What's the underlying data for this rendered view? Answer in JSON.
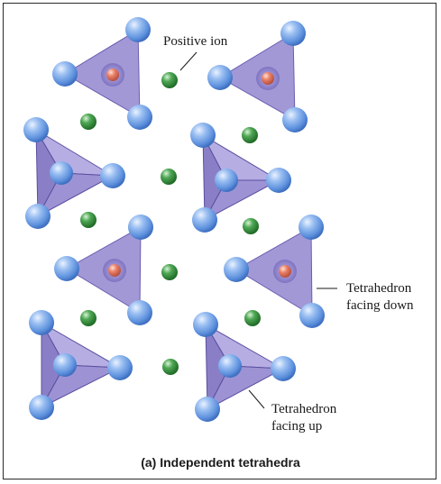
{
  "labels": {
    "positive_ion": "Positive ion",
    "tetra_down_line1": "Tetrahedron",
    "tetra_down_line2": "facing down",
    "tetra_up_line1": "Tetrahedron",
    "tetra_up_line2": "facing up"
  },
  "caption": "(a) Independent tetrahedra",
  "colors": {
    "triangle_fill": "#9b8fd2",
    "triangle_stroke": "#6a5fb0",
    "oxygen_ion": "#6f9ee8",
    "positive_ion_center": "#e07860",
    "small_ion": "#2f8a3a",
    "border": "#2a2a2a"
  },
  "icons": {
    "oxygen": "blue-sphere",
    "cation": "red-sphere",
    "interstitial": "green-sphere"
  }
}
